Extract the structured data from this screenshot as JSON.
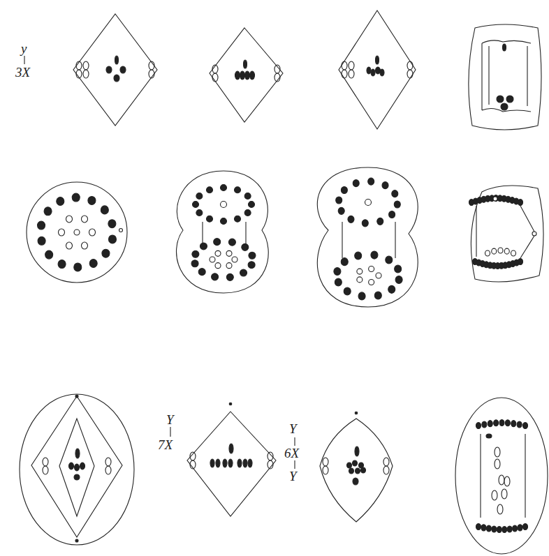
{
  "diagram": {
    "labels": [
      "y",
      "3X",
      "Y",
      "7X",
      "Y",
      "6X",
      "Y"
    ]
  }
}
